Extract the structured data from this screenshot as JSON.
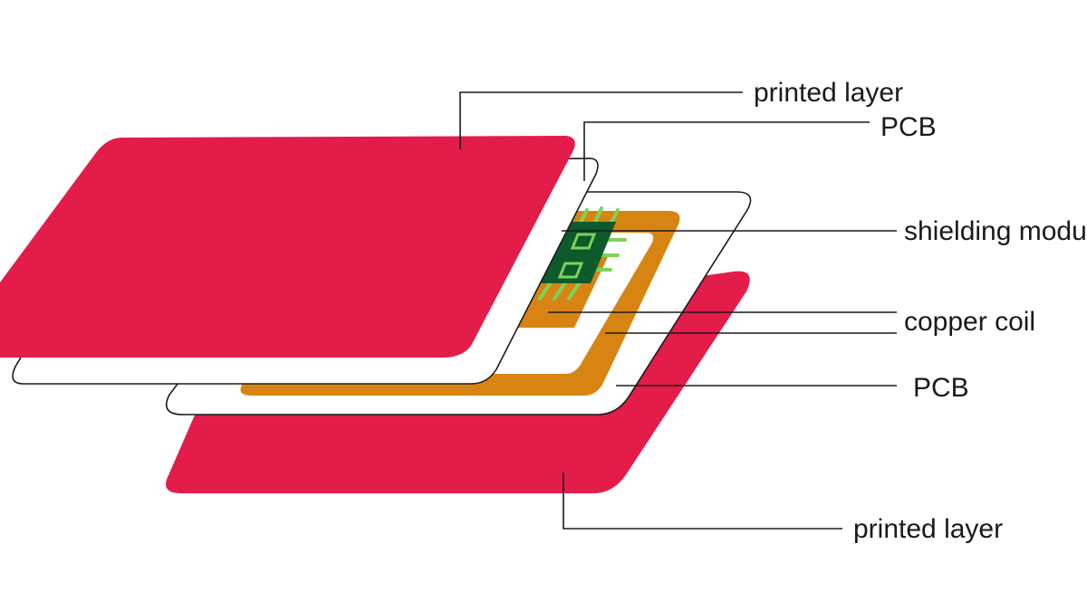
{
  "labels": {
    "printed_layer_top": "printed layer",
    "pcb_top": "PCB",
    "shielding_module": "shielding module",
    "copper_coil": "copper coil",
    "pcb_bottom": "PCB",
    "printed_layer_bottom": "printed layer"
  },
  "colors": {
    "printed_layer": "#e31c4a",
    "pcb": "#ffffff",
    "copper_coil": "#d88412",
    "chip": "#0d5a2a",
    "chip_pins": "#7dd35a",
    "outline": "#1a1a1a"
  }
}
